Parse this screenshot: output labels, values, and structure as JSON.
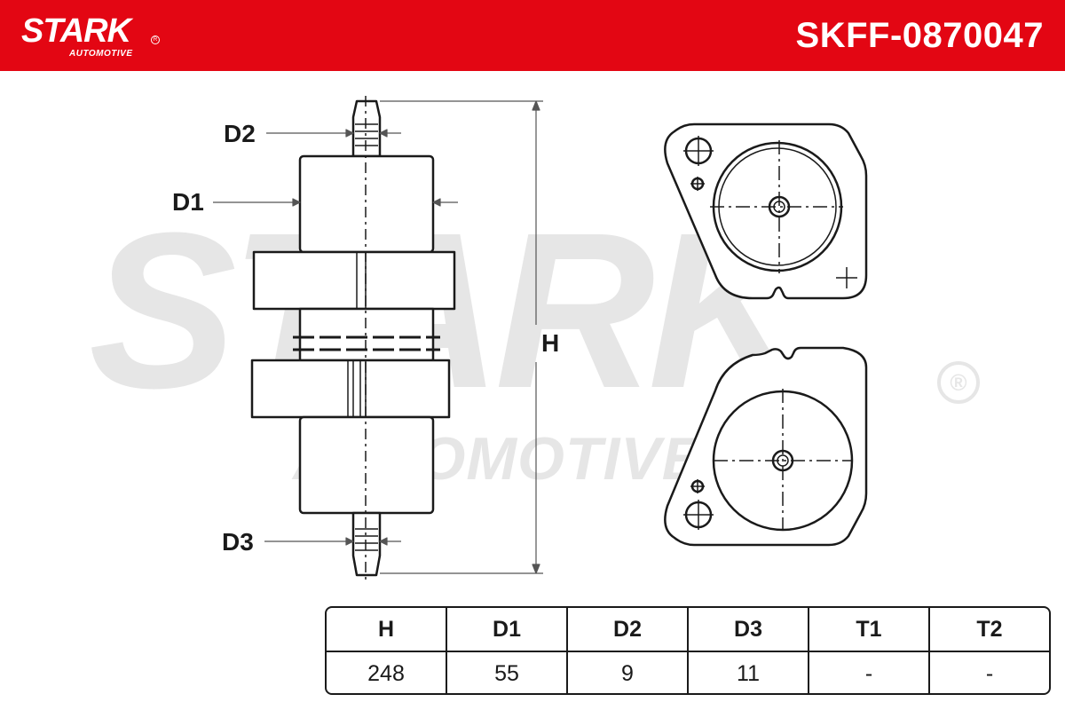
{
  "header": {
    "brand_name": "STARK",
    "brand_tagline": "AUTOMOTIVE",
    "part_number": "SKFF-0870047",
    "background_color": "#e30613"
  },
  "watermark": {
    "brand_name": "STARK",
    "brand_tagline": "AUTOMOTIVE",
    "registered_mark": "®"
  },
  "dimension_labels": {
    "d1": "D1",
    "d2": "D2",
    "d3": "D3",
    "h": "H"
  },
  "spec_table": {
    "columns": [
      "H",
      "D1",
      "D2",
      "D3",
      "T1",
      "T2"
    ],
    "values": [
      "248",
      "55",
      "9",
      "11",
      "-",
      "-"
    ]
  }
}
